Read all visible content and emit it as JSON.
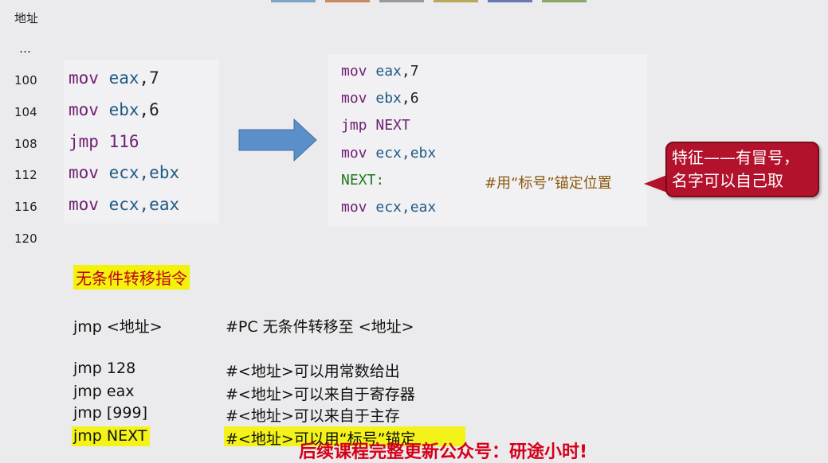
{
  "colors": {
    "opcode": "#6f1f74",
    "register": "#1e5a86",
    "label": "#1d7a1d",
    "comment": "#8a5a10",
    "callout": "#b3122c",
    "highlight": "#f3f31a",
    "footer": "#d4001a",
    "arrow": "#5b8fc9"
  },
  "address_header": "地址",
  "ellipsis": "…",
  "addresses": [
    "100",
    "104",
    "108",
    "112",
    "116",
    "120"
  ],
  "left_code": [
    {
      "op": "mov",
      "arg": "eax",
      "rest": ",7"
    },
    {
      "op": "mov",
      "arg": "ebx",
      "rest": ",6"
    },
    {
      "op": "jmp",
      "arg": "",
      "rest": " 116"
    },
    {
      "op": "mov",
      "arg": "ecx",
      "rest": ",ebx"
    },
    {
      "op": "mov",
      "arg": "ecx",
      "rest": ",eax"
    }
  ],
  "right_code": [
    {
      "op": "mov",
      "arg": "eax",
      "rest": ",7"
    },
    {
      "op": "mov",
      "arg": "ebx",
      "rest": ",6"
    },
    {
      "op": "jmp",
      "arg": "NEXT",
      "rest": ""
    },
    {
      "op": "mov",
      "arg": "ecx",
      "rest": ",ebx"
    },
    {
      "label": "NEXT:"
    },
    {
      "op": "mov",
      "arg": "ecx",
      "rest": ",eax"
    }
  ],
  "arrow_icon": "right-arrow",
  "label_comment": "#用“标号”锚定位置",
  "callout": {
    "line1": "特征——有冒号，",
    "line2": "名字可以自己取"
  },
  "section_title": "无条件转移指令",
  "rows": [
    {
      "instr": "jmp <地址>",
      "desc": "#PC 无条件转移至 <地址>"
    },
    {
      "instr": "jmp 128",
      "desc": "#<地址>可以用常数给出"
    },
    {
      "instr": "jmp eax",
      "desc": "#<地址>可以来自于寄存器"
    },
    {
      "instr": "jmp [999]",
      "desc": "#<地址>可以来自于主存"
    },
    {
      "instr": "jmp NEXT",
      "desc": "#<地址>可以用“标号”锚定"
    }
  ],
  "footer": "后续课程完整更新公众号：研途小时!"
}
